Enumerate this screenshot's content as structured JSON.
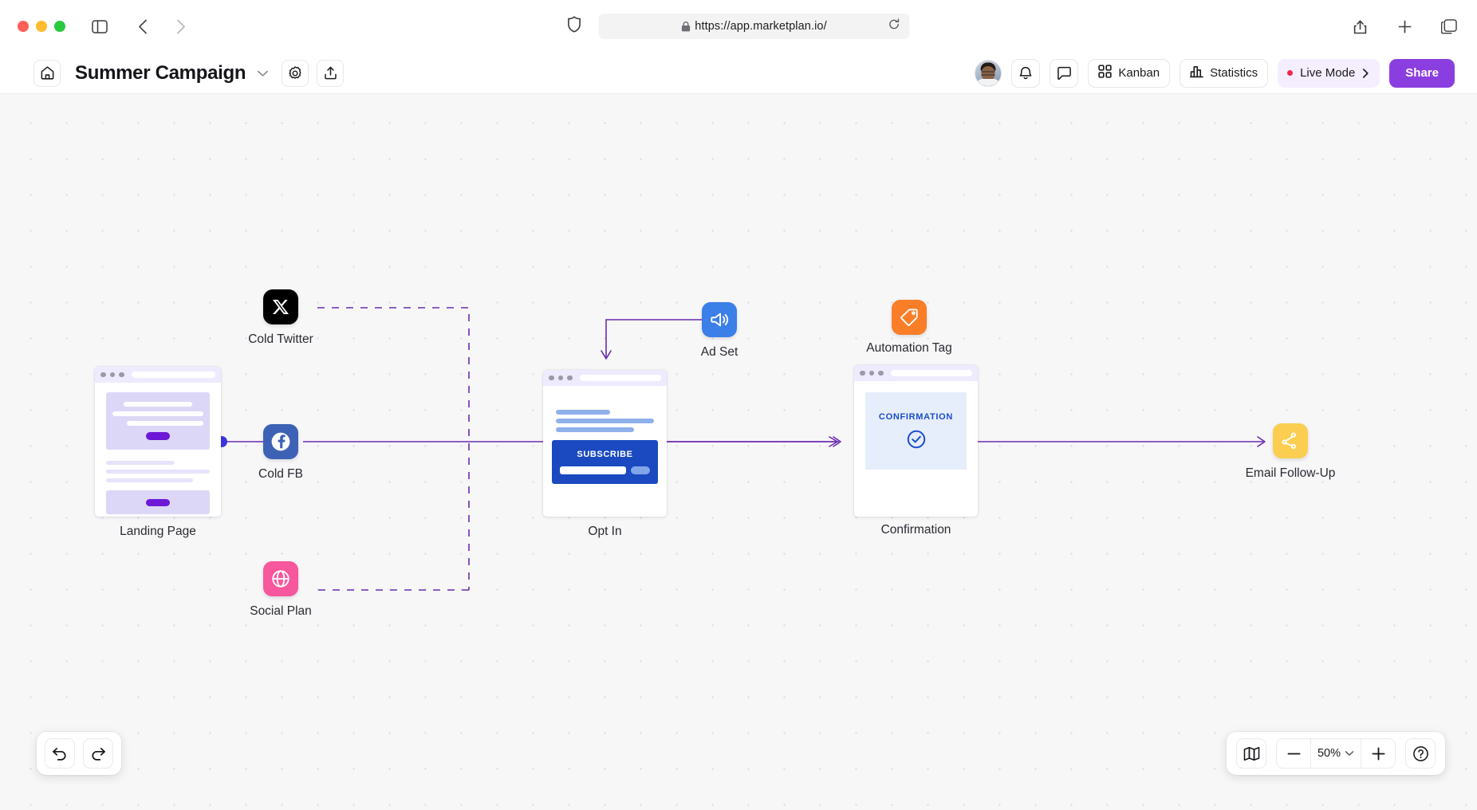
{
  "browser": {
    "url": "https://app.marketplan.io/",
    "icons": {
      "sidebar": "sidebar-toggle-icon",
      "back": "back-arrow-icon",
      "forward": "forward-arrow-icon",
      "shield": "shield-icon",
      "lock": "lock-icon",
      "reload": "reload-icon",
      "share": "share-icon",
      "new_tab": "plus-icon",
      "tabs": "tabs-overview-icon"
    }
  },
  "header": {
    "home_icon": "home-icon",
    "title": "Summer Campaign",
    "title_caret": "chevron-down-icon",
    "settings_icon": "gear-icon",
    "export_icon": "upload-icon",
    "notifications_icon": "bell-icon",
    "comments_icon": "comment-icon",
    "kanban_label": "Kanban",
    "kanban_icon": "grid-icon",
    "statistics_label": "Statistics",
    "statistics_icon": "bar-chart-icon",
    "live_mode_label": "Live Mode",
    "live_mode_caret": "chevron-right-icon",
    "live_mode_dot_color": "#f1274c",
    "share_label": "Share",
    "share_color": "#8b3ee0"
  },
  "canvas": {
    "nodes": [
      {
        "id": "landing-page",
        "label": "Landing Page",
        "type": "page-preview"
      },
      {
        "id": "cold-twitter",
        "label": "Cold Twitter",
        "type": "icon",
        "icon": "x-twitter-icon",
        "color": "#000000"
      },
      {
        "id": "cold-fb",
        "label": "Cold FB",
        "type": "icon",
        "icon": "facebook-icon",
        "color": "#3d62b5"
      },
      {
        "id": "social-plan",
        "label": "Social Plan",
        "type": "icon",
        "icon": "globe-icon",
        "color": "#f7579c"
      },
      {
        "id": "ad-set",
        "label": "Ad Set",
        "type": "icon",
        "icon": "megaphone-icon",
        "color": "#3b7fe8"
      },
      {
        "id": "automation-tag",
        "label": "Automation Tag",
        "type": "icon",
        "icon": "tag-icon",
        "color": "#fa7e28"
      },
      {
        "id": "opt-in",
        "label": "Opt In",
        "type": "page-preview",
        "cta": "SUBSCRIBE"
      },
      {
        "id": "confirmation",
        "label": "Confirmation",
        "type": "page-preview",
        "heading": "CONFIRMATION"
      },
      {
        "id": "email-follow-up",
        "label": "Email Follow-Up",
        "type": "icon",
        "icon": "workflow-branch-icon",
        "color": "#fbce51"
      }
    ]
  },
  "toolbar": {
    "undo_icon": "undo-icon",
    "redo_icon": "redo-icon",
    "map_icon": "map-icon",
    "zoom_out_icon": "minus-icon",
    "zoom_level": "50%",
    "zoom_caret": "chevron-down-icon",
    "zoom_in_icon": "plus-icon",
    "help_icon": "question-mark-icon"
  }
}
